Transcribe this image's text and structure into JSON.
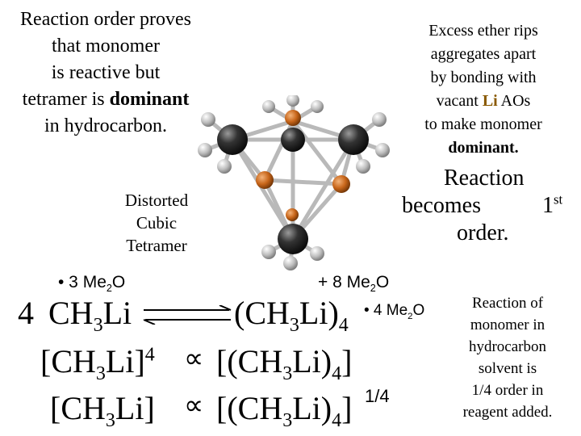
{
  "top_left_note": {
    "line1": "Reaction order proves",
    "line2": "that monomer",
    "line3": "is reactive but",
    "line4_pre": "tetramer is ",
    "line4_bold": "dominant",
    "line5": "in hydrocarbon."
  },
  "top_right_note": {
    "line1": "Excess ether rips",
    "line2": "aggregates apart",
    "line3": "by bonding with",
    "line4_pre": "vacant ",
    "line4_accent": "Li",
    "line4_post": " AOs",
    "line5": "to make monomer",
    "line6": "dominant."
  },
  "structure_label": {
    "line1": "Distorted",
    "line2": "Cubic",
    "line3": "Tetramer"
  },
  "order_note": {
    "line1": "Reaction",
    "line2_a": "becomes",
    "line2_b": "1",
    "line2_sup": "st",
    "line3": "order."
  },
  "equilibrium": {
    "left_solvent": "• 3 Me",
    "left_solvent_sub": "2",
    "left_solvent_tail": "O",
    "right_solvent": "+ 8 Me",
    "right_solvent_sub": "2",
    "right_solvent_tail": "O",
    "reactant_coef": "4",
    "reactant_main": "CH",
    "reactant_sub": "3",
    "reactant_tail": "Li",
    "product_main": "(CH",
    "product_sub1": "3",
    "product_mid": "Li)",
    "product_sub2": "4",
    "product_adduct": "• 4 Me",
    "product_adduct_sub": "2",
    "product_adduct_tail": "O"
  },
  "rate_laws": {
    "row1_left_open": "[CH",
    "row1_left_sub": "3",
    "row1_left_close": "Li]",
    "row1_left_sup": "4",
    "propto": "∝",
    "row1_right_open": "[(CH",
    "row1_right_sub1": "3",
    "row1_right_mid": "Li)",
    "row1_right_sub2": "4",
    "row1_right_close": "]",
    "row2_left_open": "[CH",
    "row2_left_sub": "3",
    "row2_left_close": "Li]",
    "row2_right_open": "[(CH",
    "row2_right_sub1": "3",
    "row2_right_mid": "Li)",
    "row2_right_sub2": "4",
    "row2_right_close": "]",
    "row2_right_sup": "1/4"
  },
  "bottom_right_note": {
    "line1": "Reaction of",
    "line2": "monomer in",
    "line3": "hydrocarbon",
    "line4": "solvent is",
    "line5": "1/4 order in",
    "line6": "reagent added."
  },
  "colors": {
    "text": "#000000",
    "lithium_atom": "#c8661a",
    "carbon_atom": "#2a2a2a",
    "hydrogen_atom": "#b8b8b8",
    "bond": "#c0c0c0",
    "arrow": "#000000"
  }
}
